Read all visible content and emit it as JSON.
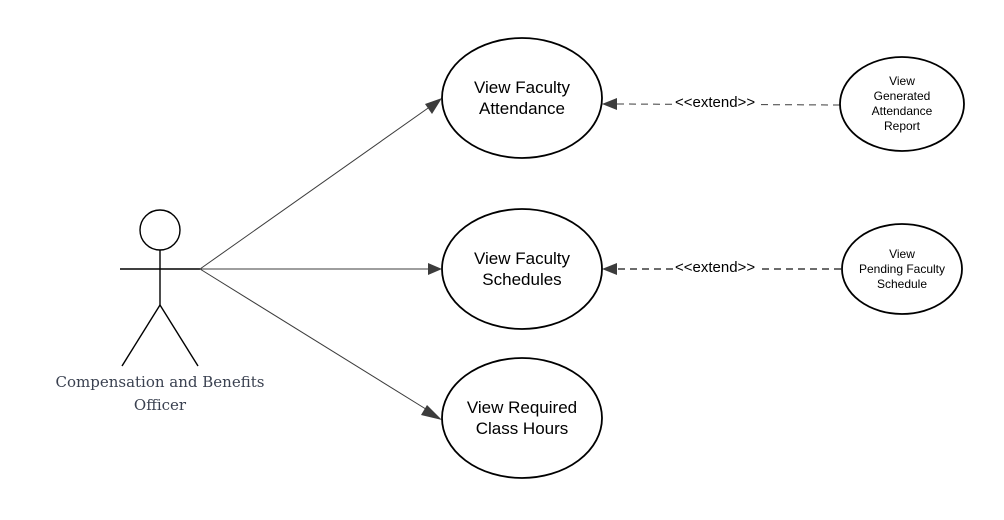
{
  "actor": {
    "name": "Compensation and Benefits\nOfficer",
    "name_line1": "Compensation and Benefits",
    "name_line2": "Officer"
  },
  "use_cases": {
    "attendance": "View Faculty\nAttendance",
    "schedules": "View Faculty\nSchedules",
    "class_hours": "View Required\nClass Hours",
    "generated_report": "View\nGenerated\nAttendance\nReport",
    "pending_schedule": "View\nPending Faculty\nSchedule"
  },
  "relationships": {
    "extend_attendance": "<<extend>>",
    "extend_schedules": "<<extend>>"
  },
  "colors": {
    "line": "#3c3c3c",
    "text": "#000000",
    "actor_label": "#3a4150"
  }
}
